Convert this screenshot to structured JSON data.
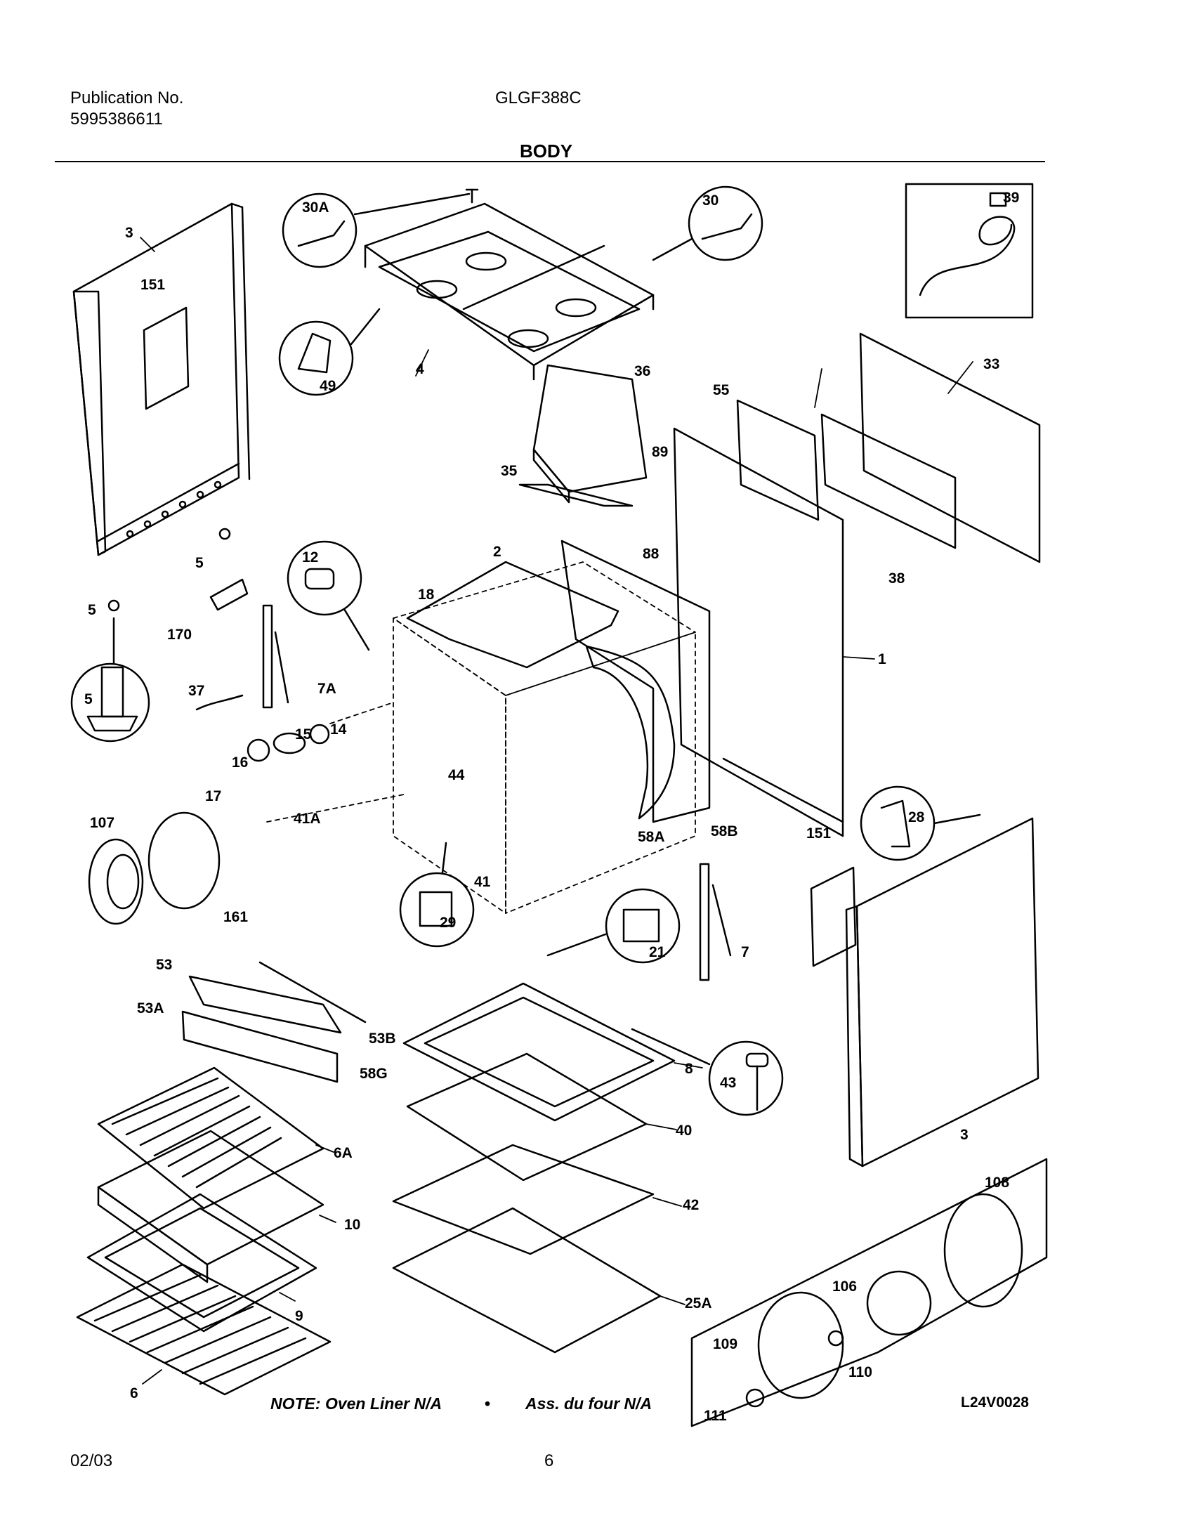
{
  "header": {
    "publication_label": "Publication No.",
    "publication_number": "5995386611",
    "model": "GLGF388C",
    "section_title": "BODY"
  },
  "parts": [
    {
      "id": "p3-left",
      "label": "3"
    },
    {
      "id": "p151-left",
      "label": "151"
    },
    {
      "id": "p30A",
      "label": "30A"
    },
    {
      "id": "p49",
      "label": "49"
    },
    {
      "id": "p4",
      "label": "4"
    },
    {
      "id": "p30",
      "label": "30"
    },
    {
      "id": "p39",
      "label": "39"
    },
    {
      "id": "p36",
      "label": "36"
    },
    {
      "id": "p33",
      "label": "33"
    },
    {
      "id": "p55",
      "label": "55"
    },
    {
      "id": "p35",
      "label": "35"
    },
    {
      "id": "p89",
      "label": "89"
    },
    {
      "id": "p88",
      "label": "88"
    },
    {
      "id": "p38",
      "label": "38"
    },
    {
      "id": "p5-a",
      "label": "5"
    },
    {
      "id": "p5-b",
      "label": "5"
    },
    {
      "id": "p5-c",
      "label": "5"
    },
    {
      "id": "p170",
      "label": "170"
    },
    {
      "id": "p12",
      "label": "12"
    },
    {
      "id": "p2",
      "label": "2"
    },
    {
      "id": "p18",
      "label": "18"
    },
    {
      "id": "p1",
      "label": "1"
    },
    {
      "id": "p37",
      "label": "37"
    },
    {
      "id": "p7A",
      "label": "7A"
    },
    {
      "id": "p15",
      "label": "15"
    },
    {
      "id": "p14",
      "label": "14"
    },
    {
      "id": "p16",
      "label": "16"
    },
    {
      "id": "p17",
      "label": "17"
    },
    {
      "id": "p44",
      "label": "44"
    },
    {
      "id": "p41A",
      "label": "41A"
    },
    {
      "id": "p107",
      "label": "107"
    },
    {
      "id": "p58A",
      "label": "58A"
    },
    {
      "id": "p58B",
      "label": "58B"
    },
    {
      "id": "p151-right",
      "label": "151"
    },
    {
      "id": "p28",
      "label": "28"
    },
    {
      "id": "p161",
      "label": "161"
    },
    {
      "id": "p41",
      "label": "41"
    },
    {
      "id": "p29",
      "label": "29"
    },
    {
      "id": "p21",
      "label": "21"
    },
    {
      "id": "p7",
      "label": "7"
    },
    {
      "id": "p53",
      "label": "53"
    },
    {
      "id": "p53A",
      "label": "53A"
    },
    {
      "id": "p53B",
      "label": "53B"
    },
    {
      "id": "p58G",
      "label": "58G"
    },
    {
      "id": "p8",
      "label": "8"
    },
    {
      "id": "p43",
      "label": "43"
    },
    {
      "id": "p6A",
      "label": "6A"
    },
    {
      "id": "p40",
      "label": "40"
    },
    {
      "id": "p10",
      "label": "10"
    },
    {
      "id": "p42",
      "label": "42"
    },
    {
      "id": "p3-right",
      "label": "3"
    },
    {
      "id": "p108",
      "label": "108"
    },
    {
      "id": "p9",
      "label": "9"
    },
    {
      "id": "p25A",
      "label": "25A"
    },
    {
      "id": "p106",
      "label": "106"
    },
    {
      "id": "p109",
      "label": "109"
    },
    {
      "id": "p110",
      "label": "110"
    },
    {
      "id": "p6",
      "label": "6"
    },
    {
      "id": "p111",
      "label": "111"
    }
  ],
  "footer": {
    "note_en": "NOTE: Oven Liner N/A",
    "bullet": "•",
    "note_fr": "Ass. du four N/A",
    "diagram_code": "L24V0028",
    "date": "02/03",
    "page_number": "6"
  }
}
